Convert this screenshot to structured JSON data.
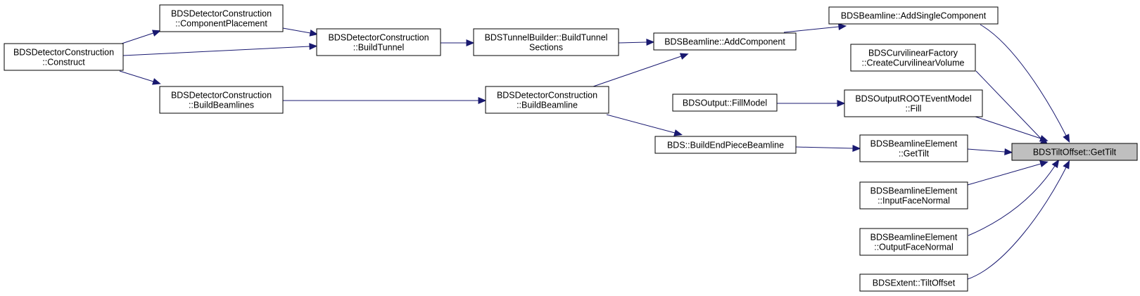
{
  "graph": {
    "colors": {
      "edge": "#191970",
      "node_border": "#000000",
      "node_fill": "#ffffff",
      "target_fill": "#bfbfbf"
    },
    "nodes": {
      "n_construct": {
        "lines": [
          "BDSDetectorConstruction",
          "::Construct"
        ]
      },
      "n_placement": {
        "lines": [
          "BDSDetectorConstruction",
          "::ComponentPlacement"
        ]
      },
      "n_buildtunnel": {
        "lines": [
          "BDSDetectorConstruction",
          "::BuildTunnel"
        ]
      },
      "n_buildbeamlines": {
        "lines": [
          "BDSDetectorConstruction",
          "::BuildBeamlines"
        ]
      },
      "n_tunnelsections": {
        "lines": [
          "BDSTunnelBuilder::BuildTunnel",
          "Sections"
        ]
      },
      "n_buildbeamline": {
        "lines": [
          "BDSDetectorConstruction",
          "::BuildBeamline"
        ]
      },
      "n_addcomponent": {
        "lines": [
          "BDSBeamline::AddComponent"
        ]
      },
      "n_fillmodel": {
        "lines": [
          "BDSOutput::FillModel"
        ]
      },
      "n_endpiece": {
        "lines": [
          "BDS::BuildEndPieceBeamline"
        ]
      },
      "n_addsingle": {
        "lines": [
          "BDSBeamline::AddSingleComponent"
        ]
      },
      "n_curvilinear": {
        "lines": [
          "BDSCurvilinearFactory",
          "::CreateCurvilinearVolume"
        ]
      },
      "n_rootfill": {
        "lines": [
          "BDSOutputROOTEventModel",
          "::Fill"
        ]
      },
      "n_eltilt": {
        "lines": [
          "BDSBeamlineElement",
          "::GetTilt"
        ]
      },
      "n_inputface": {
        "lines": [
          "BDSBeamlineElement",
          "::InputFaceNormal"
        ]
      },
      "n_outputface": {
        "lines": [
          "BDSBeamlineElement",
          "::OutputFaceNormal"
        ]
      },
      "n_extent": {
        "lines": [
          "BDSExtent::TiltOffset"
        ]
      },
      "n_target": {
        "lines": [
          "BDSTiltOffset::GetTilt"
        ]
      }
    },
    "edges": [
      {
        "from": "n_placement",
        "to": "n_buildtunnel"
      },
      {
        "from": "n_construct",
        "to": "n_placement"
      },
      {
        "from": "n_construct",
        "to": "n_buildtunnel"
      },
      {
        "from": "n_construct",
        "to": "n_buildbeamlines"
      },
      {
        "from": "n_buildtunnel",
        "to": "n_tunnelsections"
      },
      {
        "from": "n_tunnelsections",
        "to": "n_addcomponent"
      },
      {
        "from": "n_buildbeamlines",
        "to": "n_buildbeamline"
      },
      {
        "from": "n_buildbeamline",
        "to": "n_addcomponent"
      },
      {
        "from": "n_buildbeamline",
        "to": "n_endpiece"
      },
      {
        "from": "n_addcomponent",
        "to": "n_addsingle"
      },
      {
        "from": "n_fillmodel",
        "to": "n_rootfill"
      },
      {
        "from": "n_endpiece",
        "to": "n_eltilt"
      },
      {
        "from": "n_addsingle",
        "to": "n_target"
      },
      {
        "from": "n_curvilinear",
        "to": "n_target"
      },
      {
        "from": "n_rootfill",
        "to": "n_target"
      },
      {
        "from": "n_eltilt",
        "to": "n_target"
      },
      {
        "from": "n_inputface",
        "to": "n_target"
      },
      {
        "from": "n_outputface",
        "to": "n_target"
      },
      {
        "from": "n_extent",
        "to": "n_target"
      }
    ]
  }
}
